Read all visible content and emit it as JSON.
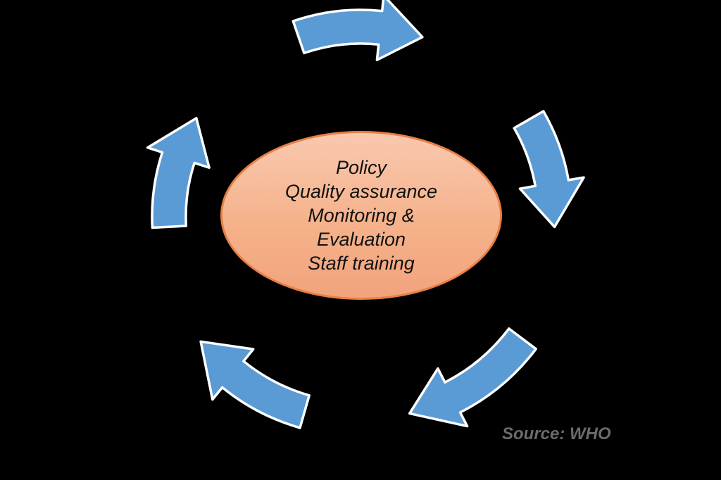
{
  "diagram": {
    "type": "cycle",
    "direction": "clockwise",
    "arrow_count": 5
  },
  "ellipse": {
    "lines": [
      "Policy",
      "Quality assurance",
      "Monitoring &",
      "Evaluation",
      "Staff training"
    ]
  },
  "caption": {
    "text": "Source: WHO"
  },
  "icons": [
    "curved-arrow-top-icon",
    "curved-arrow-right-icon",
    "curved-arrow-bottom-right-icon",
    "curved-arrow-bottom-left-icon",
    "curved-arrow-left-icon"
  ],
  "colors": {
    "background": "#000000",
    "arrow_fill": "#5B9BD5",
    "arrow_outline": "#FFFFFF",
    "ellipse_border": "#E87F43",
    "ellipse_fill_top": "#F9C8AF",
    "ellipse_fill_bottom": "#F2A37C",
    "ellipse_text": "#111111",
    "caption_text": "#6B6B6B"
  }
}
